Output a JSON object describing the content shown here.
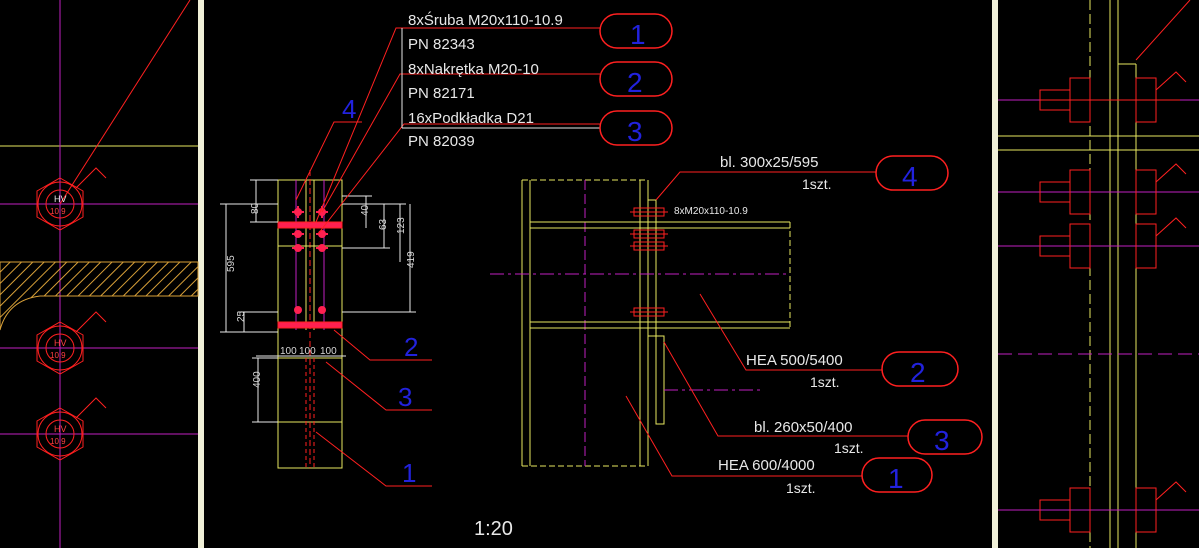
{
  "labels": {
    "bolt_line1": "8xŚruba M20x110-10.9",
    "bolt_line2": "PN 82343",
    "nut_line1": "8xNakrętka M20-10",
    "nut_line2": "PN 82171",
    "washer_line1": "16xPodkładka D21",
    "washer_line2": "PN 82039",
    "plate_top": "bl. 300x25/595",
    "plate_top_qty": "1szt.",
    "beam": "HEA 500/5400",
    "beam_qty": "1szt.",
    "plate_side": "bl. 260x50/400",
    "plate_side_qty": "1szt.",
    "column": "HEA 600/4000",
    "column_qty": "1szt.",
    "bolt_spec": "8xM20x110-10.9",
    "scale": "1:20",
    "bolt_head_mark_top": "HV",
    "bolt_head_mark_bottom": "10.9"
  },
  "markers": {
    "m1": "1",
    "m2": "2",
    "m3": "3",
    "m4": "4"
  },
  "dims": {
    "d80": "80",
    "d595": "595",
    "d25": "25",
    "d40": "40",
    "d63": "63",
    "d123": "123",
    "d419": "419",
    "d400": "400",
    "d100a": "100",
    "d100b": "100",
    "d100c": "100"
  },
  "colors": {
    "background": "#000000",
    "panel_border": "#f0f0d8",
    "steel_outline": "#e8e860",
    "leader": "#ff2020",
    "axis": "#c020c0",
    "marker_text": "#2222dd",
    "text": "#e8e8e8"
  }
}
